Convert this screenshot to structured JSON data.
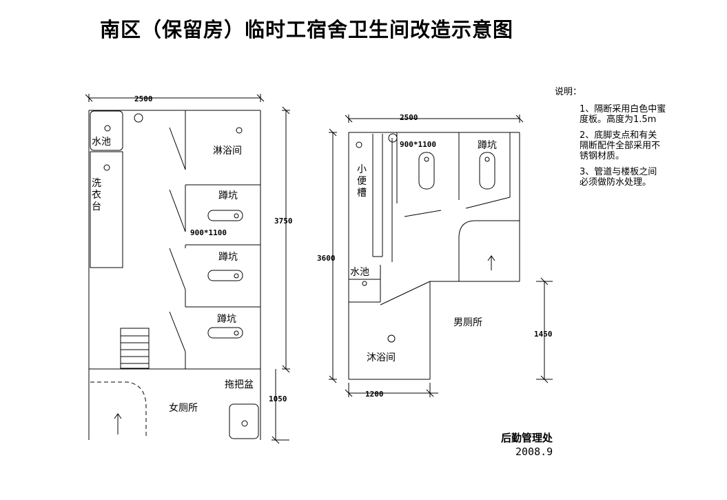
{
  "title": "南区（保留房）临时工宿舍卫生间改造示意图",
  "left_plan": {
    "dim_width": "2500",
    "dim_height_upper": "3750",
    "dim_height_lower": "1050",
    "rooms": {
      "sink": "水池",
      "laundry": "洗衣台",
      "shower": "淋浴间",
      "squat1": "蹲坑",
      "squat2": "蹲坑",
      "squat3": "蹲坑",
      "mop_sink": "拖把盆",
      "womens": "女厕所"
    },
    "squat_size": "900*1100"
  },
  "right_plan": {
    "dim_width": "2500",
    "dim_height": "3600",
    "dim_height_right": "1450",
    "dim_bottom": "1200",
    "rooms": {
      "urinal": "小便槽",
      "squat": "蹲坑",
      "sink": "水池",
      "shower": "沐浴间",
      "mens": "男厕所"
    },
    "squat_size": "900*1100"
  },
  "notes": {
    "heading": "说明：",
    "items": [
      "1、隔断采用白色中蜜\n度板。高度为1.5m",
      "2、底脚支点和有关\n隔断配件全部采用不\n锈钢材质。",
      "3、管道与楼板之间\n必须做防水处理。"
    ]
  },
  "footer": {
    "org": "后勤管理处",
    "date": "2008.9"
  }
}
